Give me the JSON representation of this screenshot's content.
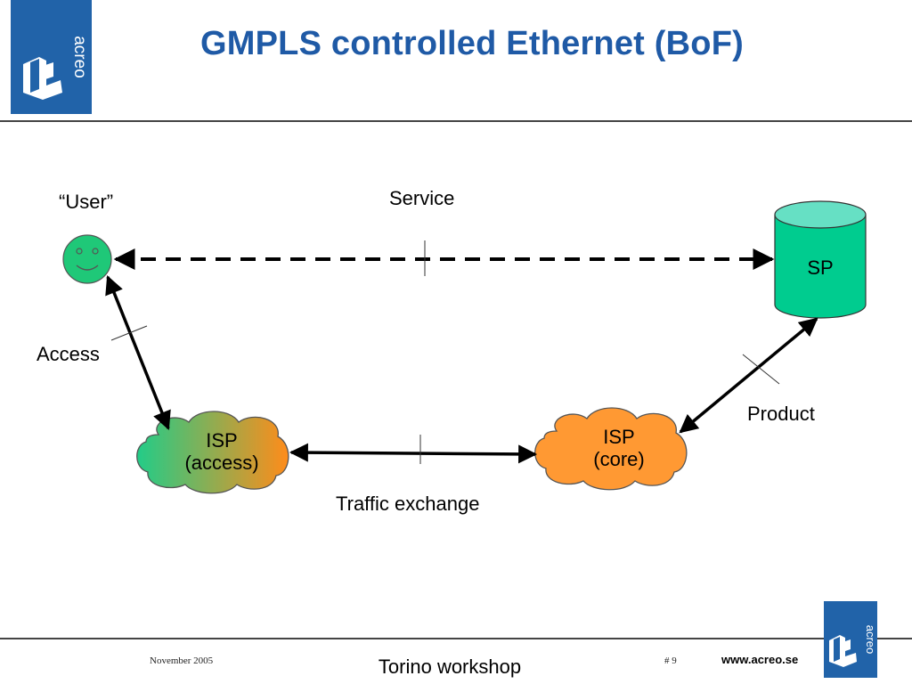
{
  "slide": {
    "title": "GMPLS controlled Ethernet (BoF)",
    "logo_text": "acreo"
  },
  "diagram": {
    "user_label": "“User”",
    "service_label": "Service",
    "sp_label": "SP",
    "access_label": "Access",
    "product_label": "Product",
    "isp_access_line1": "ISP",
    "isp_access_line2": "(access)",
    "isp_core_line1": "ISP",
    "isp_core_line2": "(core)",
    "traffic_label": "Traffic exchange"
  },
  "footer": {
    "date": "November 2005",
    "event": "Torino workshop",
    "page": "# 9",
    "url": "www.acreo.se"
  },
  "colors": {
    "brand_blue": "#2163a9",
    "title_blue": "#1f5aa6",
    "user_green": "#1fc878",
    "sp_teal": "#00cc8f",
    "sp_top": "#66e0c4",
    "isp_orange": "#ff9933",
    "isp_access_gradient_start": "#22cc88",
    "isp_access_gradient_end": "#ff8c1a"
  }
}
